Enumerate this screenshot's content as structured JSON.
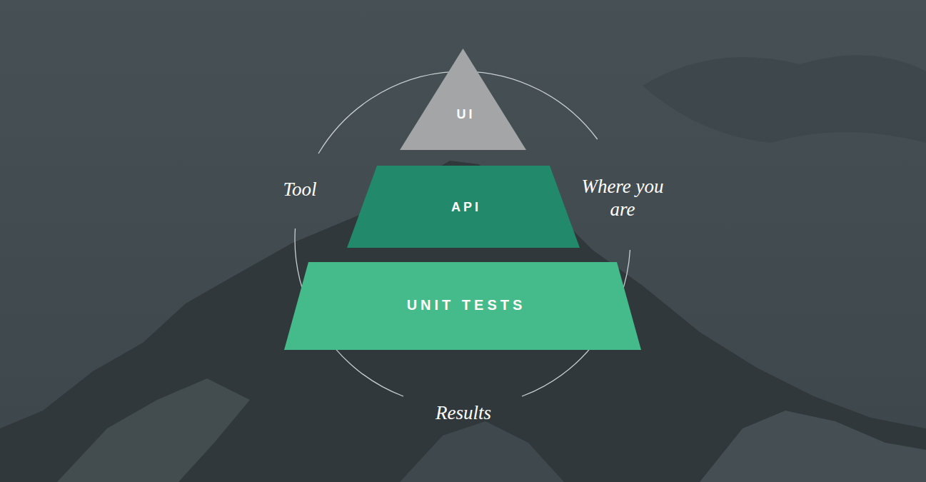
{
  "diagram": {
    "nodes": [
      {
        "text": [
          "UI"
        ]
      },
      {
        "text": [
          "API"
        ]
      },
      {
        "text": [
          "UNIT TESTS"
        ]
      }
    ],
    "labels": [
      "Tool",
      "Where you are",
      "Results"
    ]
  }
}
